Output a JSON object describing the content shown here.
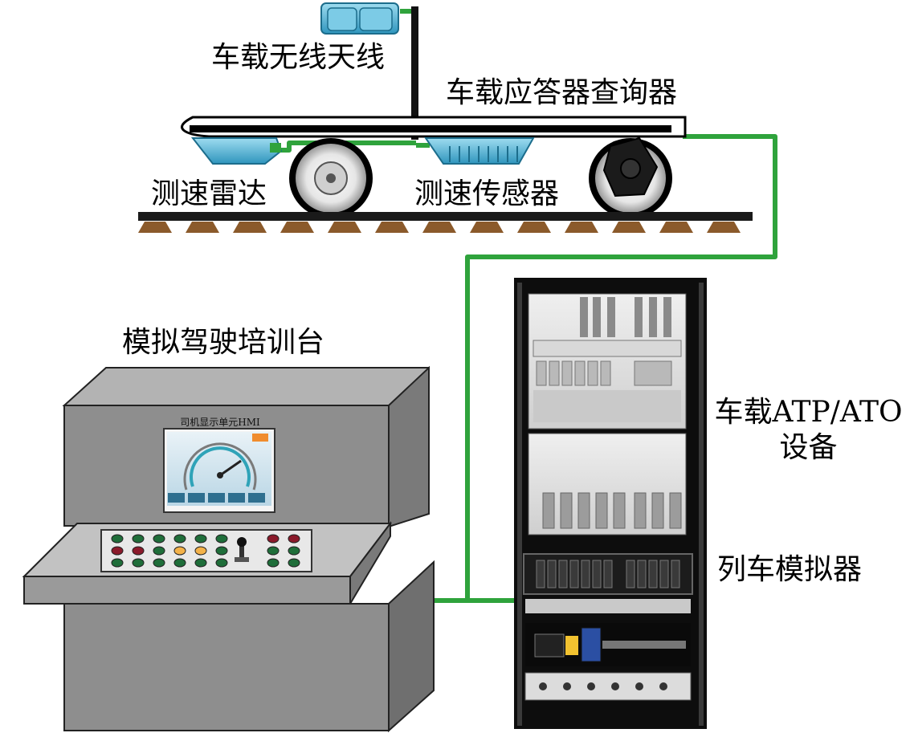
{
  "labels": {
    "antenna": "车载无线天线",
    "balise_reader": "车载应答器查询器",
    "radar": "测速雷达",
    "speed_sensor": "测速传感器",
    "training_console": "模拟驾驶培训台",
    "atp_ato_line1": "车载ATP/ATO",
    "atp_ato_line2": "设备",
    "train_simulator": "列车模拟器",
    "hmi": "司机显示单元HMI"
  },
  "colors": {
    "cable": "#2fa33c",
    "equipment_blue": "#4fb3d3",
    "console_gray": "#8c8c8c",
    "rack_dark": "#111111"
  },
  "icons": [
    "antenna-icon",
    "radar-icon",
    "wheel-icon",
    "speed-sensor-icon",
    "balise-reader-icon",
    "rack-icon",
    "console-icon"
  ]
}
